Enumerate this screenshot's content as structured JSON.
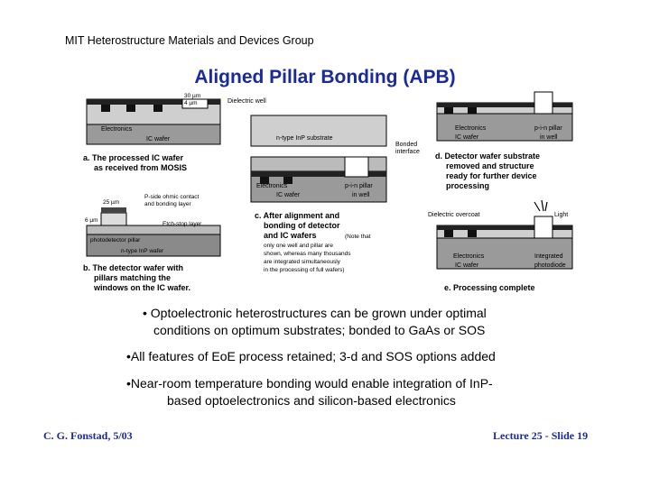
{
  "header": "MIT Heterostructure Materials and Devices Group",
  "title": "Aligned Pillar Bonding (APB)",
  "figure": {
    "a": {
      "dim1": "30 µm",
      "dim2": "4 µm",
      "dielectric": "Dielectric well",
      "electronics": "Electronics",
      "wafer": "IC wafer",
      "caption1": "a. The processed IC wafer",
      "caption2": "as received from MOSIS"
    },
    "b": {
      "dim1": "25 µm",
      "dim2": "6 µm",
      "contact1": "P-side ohmic contact",
      "contact2": "and bonding layer",
      "etchstop": "Etch-stop layer",
      "pillar": "photodetector pillar",
      "wafer": "n-type InP wafer",
      "caption1": "b. The detector wafer with",
      "caption2": "pillars matching the",
      "caption3": "windows on the IC wafer."
    },
    "c": {
      "substrate": "n-type InP substrate",
      "bonded1": "Bonded",
      "bonded2": "interface",
      "electronics": "Electronics",
      "wafer": "IC wafer",
      "pillar1": "p-i-n pillar",
      "pillar2": "in well",
      "caption1": "c. After alignment and",
      "caption2": "bonding of detector",
      "caption3": "and IC wafers",
      "note1": "(Note that",
      "note2": "only one well and pillar are",
      "note3": "shown, whereas many thousands",
      "note4": "are integrated simultaneously",
      "note5": "in the processing of full wafers)"
    },
    "d": {
      "electronics": "Electronics",
      "wafer": "IC wafer",
      "pillar1": "p-i-n pillar",
      "pillar2": "in well",
      "caption1": "d. Detector wafer substrate",
      "caption2": "removed and structure",
      "caption3": "ready for further device",
      "caption4": "processing"
    },
    "e": {
      "overcoat": "Dielectric overcoat",
      "light": "Light",
      "electronics": "Electronics",
      "wafer": "IC wafer",
      "pd1": "Integrated",
      "pd2": "photodiode",
      "caption": "e. Processing complete"
    }
  },
  "bullets": [
    {
      "line1": "• Optoelectronic heterostructures can be grown under optimal",
      "line2": "conditions on optimum substrates; bonded to GaAs or SOS"
    },
    {
      "line1": "•All features of EoE process retained; 3-d and SOS options added",
      "line2": ""
    },
    {
      "line1": "•Near-room temperature bonding would enable integration of InP-",
      "line2": "based optoelectronics and silicon-based electronics"
    }
  ],
  "footer": {
    "left": "C. G. Fonstad, 5/03",
    "right": "Lecture 25 - Slide 19"
  }
}
